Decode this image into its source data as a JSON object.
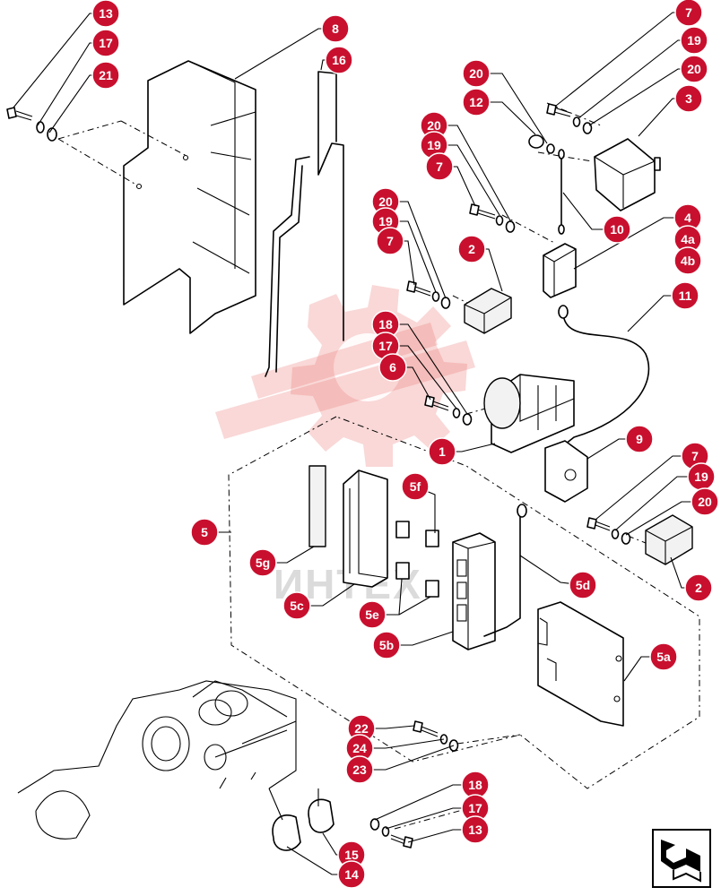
{
  "diagram": {
    "watermark_text": "ИНТЕХ",
    "callout_color": "#c8102e",
    "callouts": [
      {
        "id": "c-13a",
        "label": "13"
      },
      {
        "id": "c-17a",
        "label": "17"
      },
      {
        "id": "c-21",
        "label": "21"
      },
      {
        "id": "c-8",
        "label": "8"
      },
      {
        "id": "c-16",
        "label": "16"
      },
      {
        "id": "c-7a",
        "label": "7"
      },
      {
        "id": "c-19a",
        "label": "19"
      },
      {
        "id": "c-20a",
        "label": "20"
      },
      {
        "id": "c-3",
        "label": "3"
      },
      {
        "id": "c-20b",
        "label": "20"
      },
      {
        "id": "c-12",
        "label": "12"
      },
      {
        "id": "c-20c",
        "label": "20"
      },
      {
        "id": "c-19b",
        "label": "19"
      },
      {
        "id": "c-7b",
        "label": "7"
      },
      {
        "id": "c-10",
        "label": "10"
      },
      {
        "id": "c-4",
        "label": "4"
      },
      {
        "id": "c-4a",
        "label": "4a"
      },
      {
        "id": "c-4b",
        "label": "4b"
      },
      {
        "id": "c-20d",
        "label": "20"
      },
      {
        "id": "c-19c",
        "label": "19"
      },
      {
        "id": "c-7c",
        "label": "7"
      },
      {
        "id": "c-2a",
        "label": "2"
      },
      {
        "id": "c-11",
        "label": "11"
      },
      {
        "id": "c-18a",
        "label": "18"
      },
      {
        "id": "c-17b",
        "label": "17"
      },
      {
        "id": "c-6",
        "label": "6"
      },
      {
        "id": "c-1",
        "label": "1"
      },
      {
        "id": "c-9",
        "label": "9"
      },
      {
        "id": "c-7d",
        "label": "7"
      },
      {
        "id": "c-19d",
        "label": "19"
      },
      {
        "id": "c-20e",
        "label": "20"
      },
      {
        "id": "c-2b",
        "label": "2"
      },
      {
        "id": "c-5",
        "label": "5"
      },
      {
        "id": "c-5f",
        "label": "5f"
      },
      {
        "id": "c-5g",
        "label": "5g"
      },
      {
        "id": "c-5c",
        "label": "5c"
      },
      {
        "id": "c-5d",
        "label": "5d"
      },
      {
        "id": "c-5e",
        "label": "5e"
      },
      {
        "id": "c-5b",
        "label": "5b"
      },
      {
        "id": "c-5a",
        "label": "5a"
      },
      {
        "id": "c-22",
        "label": "22"
      },
      {
        "id": "c-24",
        "label": "24"
      },
      {
        "id": "c-23",
        "label": "23"
      },
      {
        "id": "c-18b",
        "label": "18"
      },
      {
        "id": "c-17c",
        "label": "17"
      },
      {
        "id": "c-13b",
        "label": "13"
      },
      {
        "id": "c-15",
        "label": "15"
      },
      {
        "id": "c-14",
        "label": "14"
      }
    ],
    "nav_icon": "return-arrow-icon"
  }
}
